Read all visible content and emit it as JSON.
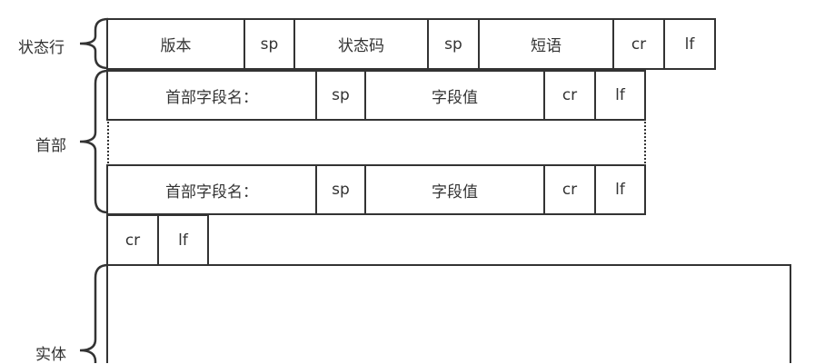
{
  "status_line": {
    "label": "状态行",
    "cells": [
      "版本",
      "sp",
      "状态码",
      "sp",
      "短语",
      "cr",
      "lf"
    ]
  },
  "headers": {
    "label": "首部",
    "rows": [
      [
        "首部字段名：",
        "sp",
        "字段值",
        "cr",
        "lf"
      ],
      [
        "首部字段名：",
        "sp",
        "字段值",
        "cr",
        "lf"
      ]
    ]
  },
  "blank_line": {
    "cells": [
      "cr",
      "lf"
    ]
  },
  "body": {
    "label": "实体"
  },
  "colors": {
    "stroke": "#333333",
    "background": "#ffffff"
  }
}
